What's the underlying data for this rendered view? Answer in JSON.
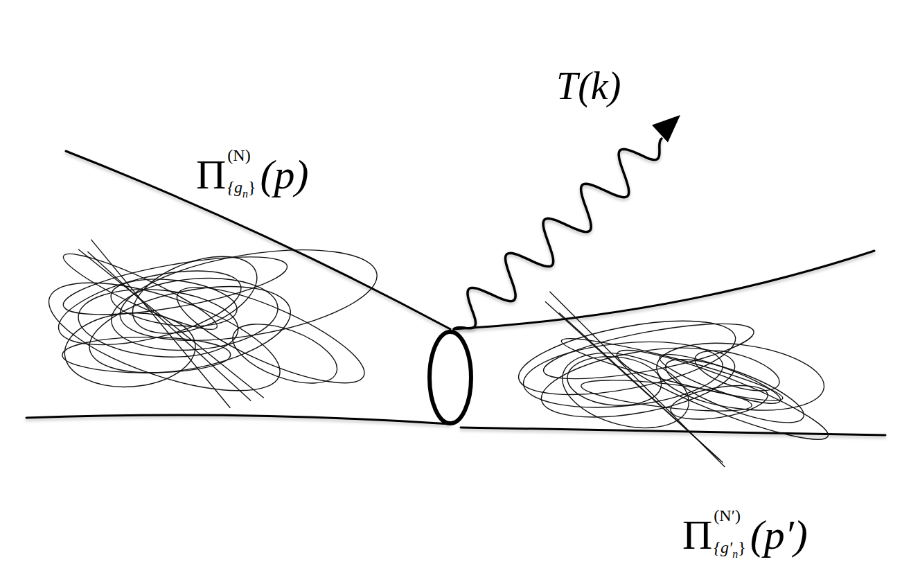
{
  "diagram": {
    "labels": [
      "T(k)",
      "Π",
      "(N)",
      "{g",
      "n",
      "}",
      "(p)",
      "Π",
      "(N′)",
      "{g′",
      "n",
      "}",
      "(p′)"
    ]
  }
}
